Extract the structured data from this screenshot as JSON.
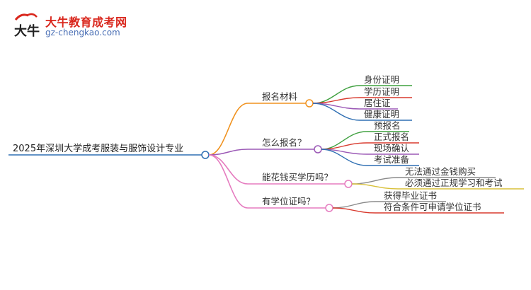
{
  "logo": {
    "mark_text": "大牛",
    "title": "大牛教育成考网",
    "url": "gz-chengkao.com"
  },
  "colors": {
    "orange": "#f0921f",
    "purple": "#9b59b6",
    "pink": "#e57bbf",
    "green": "#3fa03f",
    "red": "#d83a2e",
    "blue": "#2f6fb3",
    "yellow": "#d8c03a",
    "gray": "#8a8a8a",
    "root_line": "#2f6fb3"
  },
  "mindmap": {
    "root": "2025年深圳大学成考服装与服饰设计专业",
    "branches": [
      {
        "label": "报名材料",
        "leaves": [
          "身份证明",
          "学历证明",
          "居住证",
          "健康证明"
        ]
      },
      {
        "label": "怎么报名？",
        "leaves": [
          "预报名",
          "正式报名",
          "现场确认",
          "考试准备"
        ]
      },
      {
        "label": "能花钱买学历吗？",
        "leaves": [
          "无法通过金钱购买",
          "必须通过正规学习和考试"
        ]
      },
      {
        "label": "有学位证吗？",
        "leaves": [
          "获得毕业证书",
          "符合条件可申请学位证书"
        ]
      }
    ]
  }
}
